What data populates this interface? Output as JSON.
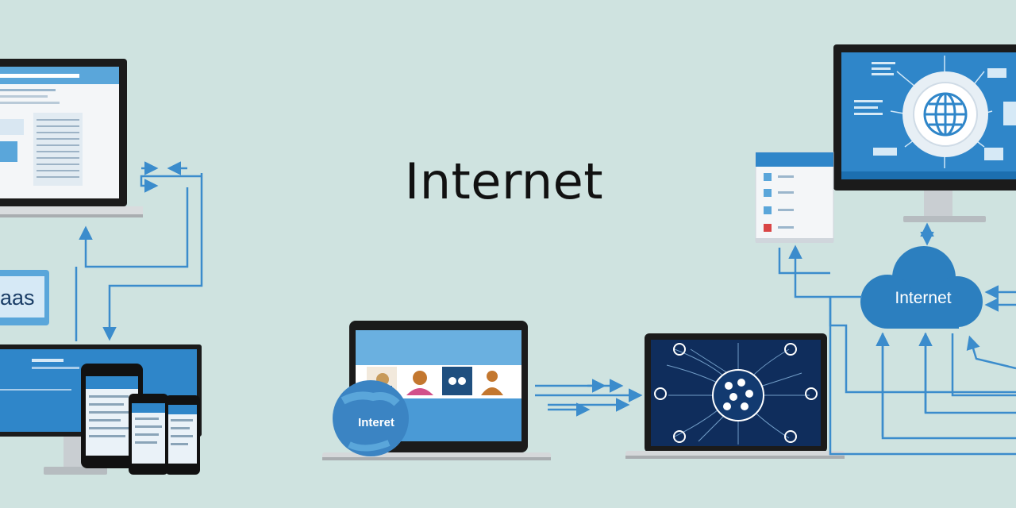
{
  "title": "Internet",
  "cloud": {
    "label": "Internet"
  },
  "saas_panel": {
    "label": "aas"
  },
  "globe": {
    "label": "Interet"
  },
  "colors": {
    "background": "#cfe3e0",
    "accent": "#3b8ccc",
    "screen_blue": "#2f86c9",
    "device_frame": "#1b1b1b",
    "cloud": "#2c7fbf"
  },
  "icons": [
    "globe-icon",
    "cloud-icon",
    "arrow-icon",
    "laptop-icon",
    "smartphone-icon",
    "monitor-icon",
    "network-hub-icon"
  ]
}
